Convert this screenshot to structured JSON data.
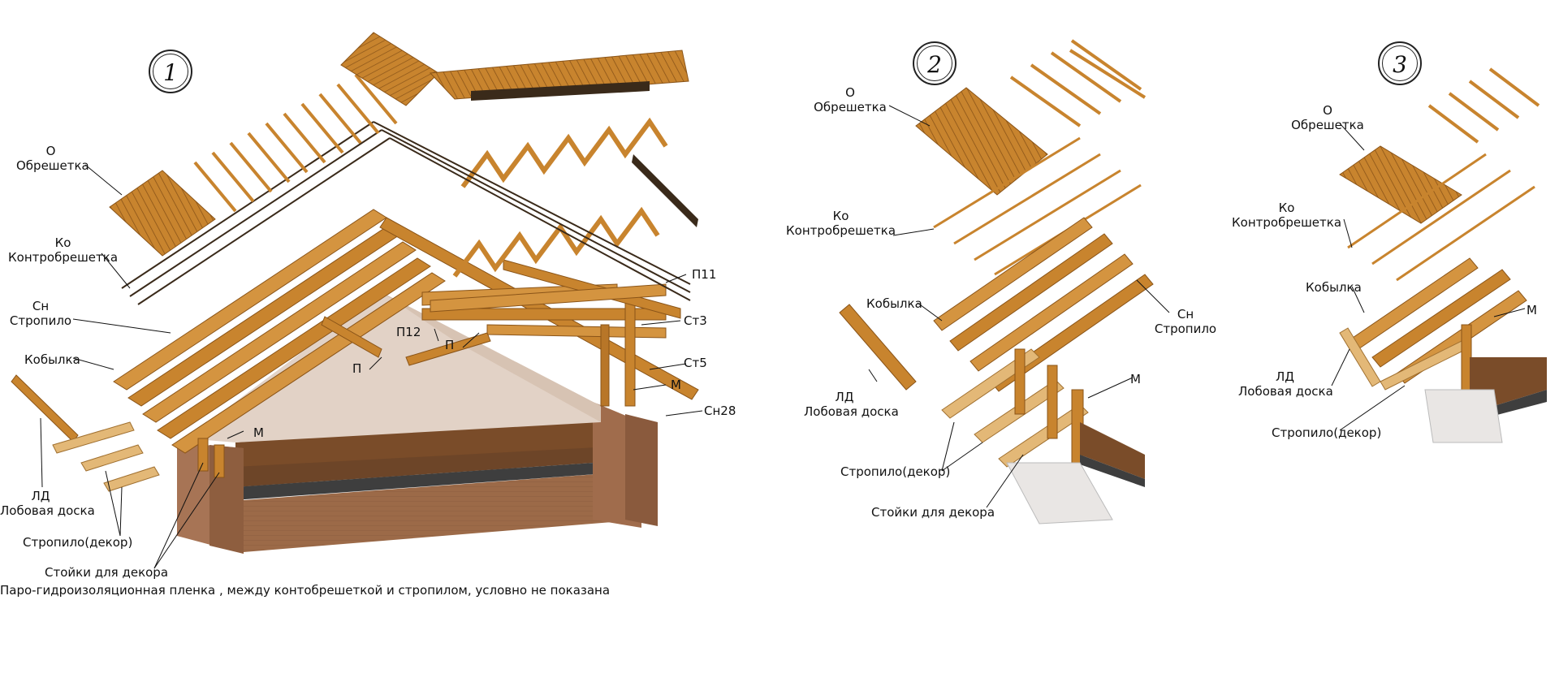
{
  "colors": {
    "wood": "#c8842e",
    "wood_dark": "#8a5418",
    "wood_light": "#e3b877",
    "wall": "#9c6a48",
    "wall_dark": "#6e4630",
    "gable": "#e2d2c6",
    "slab": "#3e3e3e",
    "ink": "#111111",
    "glass": "#e9e6e4"
  },
  "diagrams": [
    {
      "number": "1",
      "labels": {
        "o_code": "О",
        "o_name": "Обрешетка",
        "ko_code": "Ко",
        "ko_name": "Контробрешетка",
        "sn_code": "Сн",
        "sn_name": "Стропило",
        "kobylka": "Кобылка",
        "ld_code": "ЛД",
        "ld_name": "Лобовая доска",
        "decor_rafter": "Стропило(декор)",
        "decor_posts": "Стойки для декора",
        "p11": "П11",
        "p12": "П12",
        "p1": "П",
        "p2": "П",
        "st3": "Ст3",
        "st5": "Ст5",
        "m1": "М",
        "m2": "М",
        "sn28": "Сн28"
      }
    },
    {
      "number": "2",
      "labels": {
        "o_code": "О",
        "o_name": "Обрешетка",
        "ko_code": "Ко",
        "ko_name": "Контробрешетка",
        "kobylka": "Кобылка",
        "sn_code": "Сн",
        "sn_name": "Стропило",
        "m": "М",
        "ld_code": "ЛД",
        "ld_name": "Лобовая доска",
        "decor_rafter": "Стропило(декор)",
        "decor_posts": "Стойки для декора"
      }
    },
    {
      "number": "3",
      "labels": {
        "o_code": "О",
        "o_name": "Обрешетка",
        "ko_code": "Ко",
        "ko_name": "Контробрешетка",
        "kobylka": "Кобылка",
        "m": "М",
        "ld_code": "ЛД",
        "ld_name": "Лобовая доска",
        "decor_rafter": "Стропило(декор)"
      }
    }
  ],
  "footnote": "Паро-гидроизоляционная  пленка , между контобрешеткой и стропилом, условно не показана"
}
